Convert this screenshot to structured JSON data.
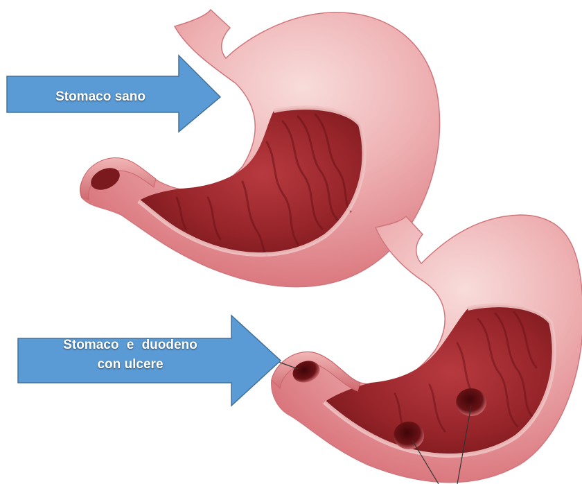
{
  "labels": {
    "healthy": "Stomaco sano",
    "ulcer_line1": "Stomaco e duodeno",
    "ulcer_line2": "con ulcere"
  },
  "colors": {
    "arrow_fill": "#5b9bd5",
    "arrow_stroke": "#41719c",
    "stomach_outer": "#e69a9f",
    "stomach_highlight": "#f6d3d2",
    "stomach_inner": "#9e2a2e",
    "stomach_inner_dark": "#6e1418",
    "ulcer": "#5a0f12"
  }
}
